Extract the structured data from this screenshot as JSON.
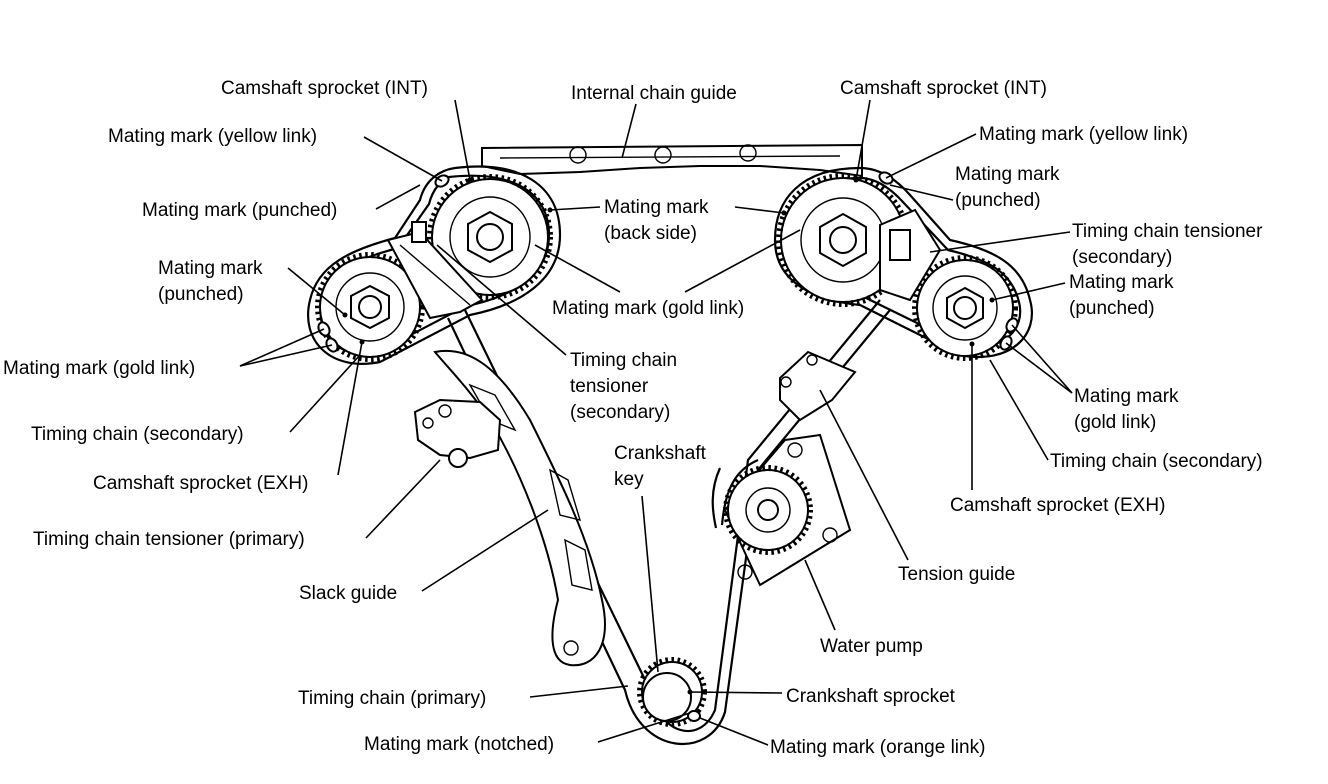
{
  "labels": {
    "cam_int_left": "Camshaft sprocket (INT)",
    "internal_guide": "Internal chain guide",
    "cam_int_right": "Camshaft sprocket (INT)",
    "mm_yellow_left": "Mating mark (yellow link)",
    "mm_yellow_right": "Mating mark (yellow link)",
    "mm_punched_left_upper": "Mating mark (punched)",
    "mm_back_side_1": "Mating mark",
    "mm_back_side_2": "(back side)",
    "mm_punched_right_upper_1": "Mating mark",
    "mm_punched_right_upper_2": "(punched)",
    "tct_secondary_right_1": "Timing chain tensioner",
    "tct_secondary_right_2": "(secondary)",
    "mm_punched_left_mid_1": "Mating mark",
    "mm_punched_left_mid_2": "(punched)",
    "mm_punched_right_mid_1": "Mating mark",
    "mm_punched_right_mid_2": "(punched)",
    "mm_gold_center": "Mating mark (gold link)",
    "mm_gold_left": "Mating mark (gold link)",
    "tct_secondary_center_1": "Timing chain",
    "tct_secondary_center_2": "tensioner",
    "tct_secondary_center_3": "(secondary)",
    "mm_gold_right_1": "Mating mark",
    "mm_gold_right_2": "(gold link)",
    "tc_secondary_left": "Timing chain (secondary)",
    "tc_secondary_right": "Timing chain (secondary)",
    "crank_key_1": "Crankshaft",
    "crank_key_2": "key",
    "cam_exh_left": "Camshaft sprocket (EXH)",
    "cam_exh_right": "Camshaft sprocket (EXH)",
    "tct_primary": "Timing chain tensioner (primary)",
    "slack_guide": "Slack guide",
    "tension_guide": "Tension guide",
    "water_pump": "Water pump",
    "tc_primary": "Timing chain (primary)",
    "crank_sprocket": "Crankshaft sprocket",
    "mm_notched": "Mating mark (notched)",
    "mm_orange": "Mating mark (orange link)"
  }
}
